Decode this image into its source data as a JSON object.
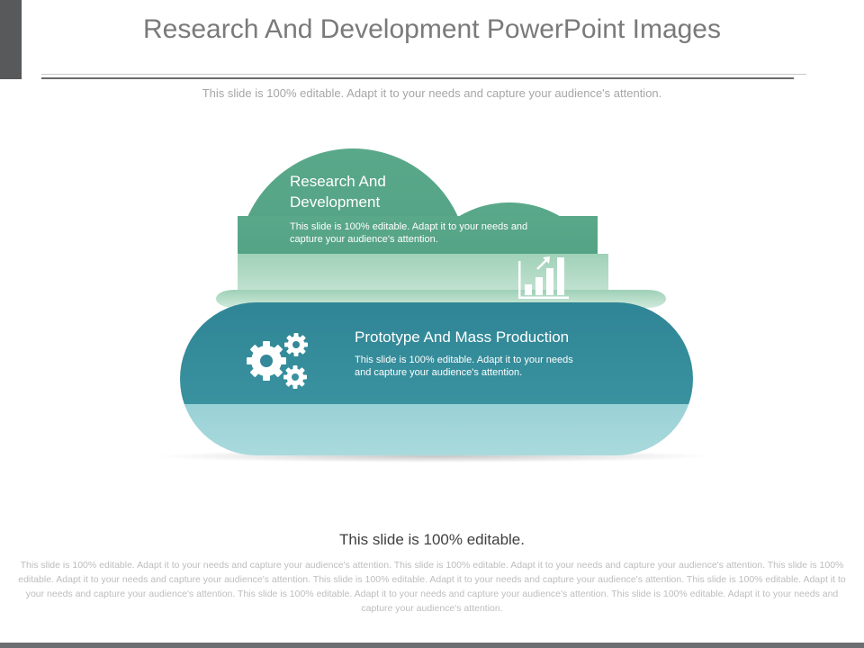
{
  "slide": {
    "title": "Research And Development PowerPoint Images",
    "subtitle": "This slide is 100% editable. Adapt it to your needs and capture your audience's attention."
  },
  "cloud": {
    "top_panel": {
      "title": "Research And Development",
      "description": "This slide is 100% editable. Adapt it to your needs and capture your audience's attention.",
      "icon": "bar-chart-growth-icon",
      "color": "#5aa88a"
    },
    "bottom_panel": {
      "title": "Prototype And Mass Production",
      "description": "This slide is 100% editable. Adapt it to your needs and capture your audience's attention.",
      "icon": "gears-icon",
      "color": "#3a8f9c"
    }
  },
  "footer": {
    "heading": "This slide is 100% editable.",
    "body": "This slide is 100% editable. Adapt it to your needs and capture your audience's attention. This slide is 100% editable. Adapt it to your needs and capture your audience's attention. This slide is 100% editable. Adapt it to your needs and capture your audience's attention. This slide is 100% editable. Adapt it to your needs and capture your audience's attention. This slide is 100% editable. Adapt it to your needs and capture your audience's attention. This slide is 100% editable. Adapt it to your needs and capture your audience's attention. This slide is 100% editable. Adapt it to your needs and capture your audience's attention."
  }
}
